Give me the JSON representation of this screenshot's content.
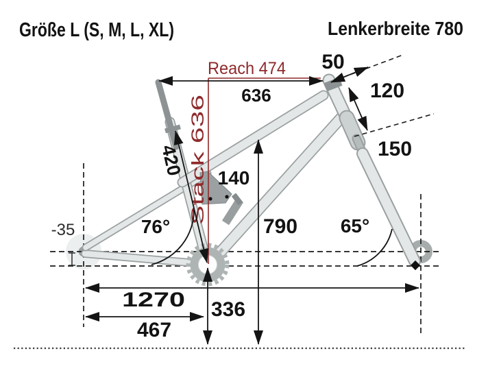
{
  "header": {
    "size_title": "Größe L (S, M, L, XL)",
    "handlebar_title": "Lenkerbreite 780"
  },
  "colors": {
    "accent_red": "#8F2A2C",
    "frame_fill": "#E4E7E7",
    "frame_outline": "#9AA0A0",
    "dark_part": "#8D9394"
  },
  "geometry": {
    "reach_label": "Reach 474",
    "stack_label": "Stack 636",
    "top_tube": "636",
    "seat_tube_length": "420",
    "stem_length": "50",
    "fork_travel": "120",
    "fork_length": "150",
    "rear_travel": "140",
    "standover_height": "790",
    "seat_tube_angle": "76°",
    "head_tube_angle": "65°",
    "bb_drop": "-35",
    "wheelbase": "1270",
    "chainstay_length": "467",
    "bb_height": "336"
  }
}
